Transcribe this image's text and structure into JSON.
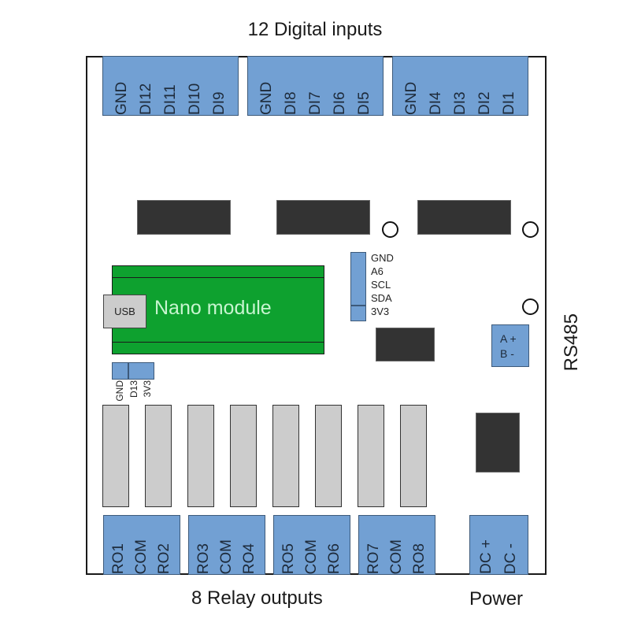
{
  "title_top": "12 Digital inputs",
  "label_relays": "8 Relay outputs",
  "label_power": "Power",
  "label_rs485": "RS485",
  "colors": {
    "terminal_blue": "#72a0d3",
    "chip_dark": "#333333",
    "relay_gray": "#cccccc",
    "nano_green": "#0ea12f",
    "nano_text": "#c8f5d0"
  },
  "digital_input_blocks": [
    {
      "pins": [
        "GND",
        "DI12",
        "DI11",
        "DI10",
        "DI9"
      ]
    },
    {
      "pins": [
        "GND",
        "DI8",
        "DI7",
        "DI6",
        "DI5"
      ]
    },
    {
      "pins": [
        "GND",
        "DI4",
        "DI3",
        "DI2",
        "DI1"
      ]
    }
  ],
  "i2c_header": {
    "pins": [
      "GND",
      "A6",
      "SCL",
      "SDA",
      "3V3"
    ]
  },
  "nano": {
    "label": "Nano module",
    "usb_label": "USB"
  },
  "small_header": {
    "pins": [
      "GND",
      "D13",
      "3V3"
    ]
  },
  "rs485_terminal": {
    "pins": [
      "A +",
      "B -"
    ]
  },
  "relay_blocks": [
    {
      "pins": [
        "RO1",
        "COM",
        "RO2"
      ]
    },
    {
      "pins": [
        "RO3",
        "COM",
        "RO4"
      ]
    },
    {
      "pins": [
        "RO5",
        "COM",
        "RO6"
      ]
    },
    {
      "pins": [
        "RO7",
        "COM",
        "RO8"
      ]
    }
  ],
  "power_terminal": {
    "pins": [
      "DC +",
      "DC -"
    ]
  }
}
